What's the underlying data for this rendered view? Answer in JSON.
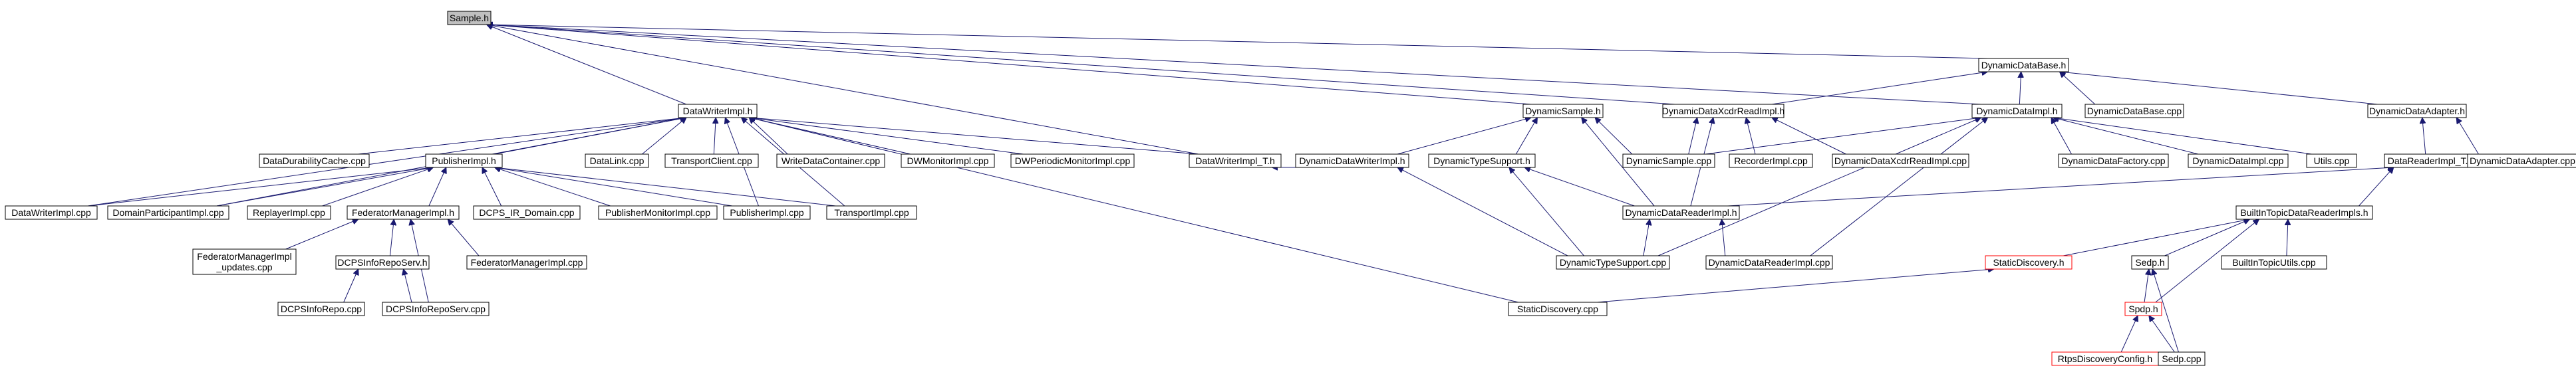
{
  "graph": {
    "nodes": [
      {
        "id": "sample_h",
        "lines": [
          "Sample.h"
        ],
        "root": true
      },
      {
        "id": "dynamicdatabase_h",
        "lines": [
          "DynamicDataBase.h"
        ]
      },
      {
        "id": "datawriterimpl_h",
        "lines": [
          "DataWriterImpl.h"
        ]
      },
      {
        "id": "dynamicsample_h",
        "lines": [
          "DynamicSample.h"
        ]
      },
      {
        "id": "dynamicdataxcdrreadimpl_h",
        "lines": [
          "DynamicDataXcdrReadImpl.h"
        ]
      },
      {
        "id": "dynamicdataimpl_h",
        "lines": [
          "DynamicDataImpl.h"
        ]
      },
      {
        "id": "dynamicdataadapter_h",
        "lines": [
          "DynamicDataAdapter.h"
        ]
      },
      {
        "id": "dynamicdatabase_cpp",
        "lines": [
          "DynamicDataBase.cpp"
        ]
      },
      {
        "id": "datadurabilitycache_cpp",
        "lines": [
          "DataDurabilityCache.cpp"
        ]
      },
      {
        "id": "publisherimpl_h",
        "lines": [
          "PublisherImpl.h"
        ]
      },
      {
        "id": "datalink_cpp",
        "lines": [
          "DataLink.cpp"
        ]
      },
      {
        "id": "transportclient_cpp",
        "lines": [
          "TransportClient.cpp"
        ]
      },
      {
        "id": "writedatacontainer_cpp",
        "lines": [
          "WriteDataContainer.cpp"
        ]
      },
      {
        "id": "dwmonitorimpl_cpp",
        "lines": [
          "DWMonitorImpl.cpp"
        ]
      },
      {
        "id": "dwperiodicmonitorimpl_cpp",
        "lines": [
          "DWPeriodicMonitorImpl.cpp"
        ]
      },
      {
        "id": "datawriterimpl_t_h",
        "lines": [
          "DataWriterImpl_T.h"
        ]
      },
      {
        "id": "dynamicdatawriterimpl_h",
        "lines": [
          "DynamicDataWriterImpl.h"
        ]
      },
      {
        "id": "dynamictypesupport_h",
        "lines": [
          "DynamicTypeSupport.h"
        ]
      },
      {
        "id": "dynamicsample_cpp",
        "lines": [
          "DynamicSample.cpp"
        ]
      },
      {
        "id": "recorderimpl_cpp",
        "lines": [
          "RecorderImpl.cpp"
        ]
      },
      {
        "id": "dynamicdataxcdrreadimpl_cpp",
        "lines": [
          "DynamicDataXcdrReadImpl.cpp"
        ]
      },
      {
        "id": "dynamicdatafactory_cpp",
        "lines": [
          "DynamicDataFactory.cpp"
        ]
      },
      {
        "id": "dynamicdataimpl_cpp",
        "lines": [
          "DynamicDataImpl.cpp"
        ]
      },
      {
        "id": "utils_cpp",
        "lines": [
          "Utils.cpp"
        ]
      },
      {
        "id": "datareaderimpl_t_h",
        "lines": [
          "DataReaderImpl_T.h"
        ]
      },
      {
        "id": "dynamicdataadapter_cpp",
        "lines": [
          "DynamicDataAdapter.cpp"
        ]
      },
      {
        "id": "datawriterimpl_cpp",
        "lines": [
          "DataWriterImpl.cpp"
        ]
      },
      {
        "id": "domainparticipantimpl_cpp",
        "lines": [
          "DomainParticipantImpl.cpp"
        ]
      },
      {
        "id": "replayerimpl_cpp",
        "lines": [
          "ReplayerImpl.cpp"
        ]
      },
      {
        "id": "federatormanagerimpl_h",
        "lines": [
          "FederatorManagerImpl.h"
        ]
      },
      {
        "id": "dcps_ir_domain_cpp",
        "lines": [
          "DCPS_IR_Domain.cpp"
        ]
      },
      {
        "id": "publishermonitorimpl_cpp",
        "lines": [
          "PublisherMonitorImpl.cpp"
        ]
      },
      {
        "id": "publisherimpl_cpp",
        "lines": [
          "PublisherImpl.cpp"
        ]
      },
      {
        "id": "transportimpl_cpp",
        "lines": [
          "TransportImpl.cpp"
        ]
      },
      {
        "id": "dynamicdatareaderimpl_h",
        "lines": [
          "DynamicDataReaderImpl.h"
        ]
      },
      {
        "id": "builtintopicdatareaderimpls_h",
        "lines": [
          "BuiltInTopicDataReaderImpls.h"
        ]
      },
      {
        "id": "federatormanagerimpl_updates_cpp",
        "lines": [
          "FederatorManagerImpl",
          "_updates.cpp"
        ]
      },
      {
        "id": "dcpsinforeposerv_h",
        "lines": [
          "DCPSInfoRepoServ.h"
        ]
      },
      {
        "id": "federatormanagerimpl_cpp",
        "lines": [
          "FederatorManagerImpl.cpp"
        ]
      },
      {
        "id": "dynamictypesupport_cpp",
        "lines": [
          "DynamicTypeSupport.cpp"
        ]
      },
      {
        "id": "dynamicdatareaderimpl_cpp",
        "lines": [
          "DynamicDataReaderImpl.cpp"
        ]
      },
      {
        "id": "staticdiscovery_h",
        "lines": [
          "StaticDiscovery.h"
        ],
        "red": true
      },
      {
        "id": "sedp_h",
        "lines": [
          "Sedp.h"
        ]
      },
      {
        "id": "builtintopicutils_cpp",
        "lines": [
          "BuiltInTopicUtils.cpp"
        ]
      },
      {
        "id": "spdp_h",
        "lines": [
          "Spdp.h"
        ],
        "red": true
      },
      {
        "id": "dcpsinforepo_cpp",
        "lines": [
          "DCPSInfoRepo.cpp"
        ]
      },
      {
        "id": "dcpsinforeposerv_cpp",
        "lines": [
          "DCPSInfoRepoServ.cpp"
        ]
      },
      {
        "id": "staticdiscovery_cpp",
        "lines": [
          "StaticDiscovery.cpp"
        ]
      },
      {
        "id": "rtpsdiscoveryconfig_h",
        "lines": [
          "RtpsDiscoveryConfig.h"
        ],
        "red": true
      },
      {
        "id": "sedp_cpp",
        "lines": [
          "Sedp.cpp"
        ]
      }
    ],
    "edges": [
      [
        "dynamicdatabase_h",
        "sample_h"
      ],
      [
        "datawriterimpl_h",
        "sample_h"
      ],
      [
        "dynamicsample_h",
        "sample_h"
      ],
      [
        "dynamicdataxcdrreadimpl_h",
        "sample_h"
      ],
      [
        "dynamicdataimpl_h",
        "sample_h"
      ],
      [
        "datawriterimpl_t_h",
        "sample_h"
      ],
      [
        "dynamicdataxcdrreadimpl_h",
        "dynamicdatabase_h"
      ],
      [
        "dynamicdataimpl_h",
        "dynamicdatabase_h"
      ],
      [
        "dynamicdataadapter_h",
        "dynamicdatabase_h"
      ],
      [
        "dynamicdatabase_cpp",
        "dynamicdatabase_h"
      ],
      [
        "datadurabilitycache_cpp",
        "datawriterimpl_h"
      ],
      [
        "publisherimpl_h",
        "datawriterimpl_h"
      ],
      [
        "datalink_cpp",
        "datawriterimpl_h"
      ],
      [
        "transportclient_cpp",
        "datawriterimpl_h"
      ],
      [
        "writedatacontainer_cpp",
        "datawriterimpl_h"
      ],
      [
        "dwmonitorimpl_cpp",
        "datawriterimpl_h"
      ],
      [
        "dwperiodicmonitorimpl_cpp",
        "datawriterimpl_h"
      ],
      [
        "datawriterimpl_t_h",
        "datawriterimpl_h"
      ],
      [
        "datawriterimpl_cpp",
        "datawriterimpl_h"
      ],
      [
        "domainparticipantimpl_cpp",
        "datawriterimpl_h"
      ],
      [
        "publisherimpl_cpp",
        "datawriterimpl_h"
      ],
      [
        "transportimpl_cpp",
        "datawriterimpl_h"
      ],
      [
        "staticdiscovery_cpp",
        "datawriterimpl_h"
      ],
      [
        "dynamicdatawriterimpl_h",
        "dynamicsample_h"
      ],
      [
        "dynamictypesupport_h",
        "dynamicsample_h"
      ],
      [
        "dynamicsample_cpp",
        "dynamicsample_h"
      ],
      [
        "dynamicdatareaderimpl_h",
        "dynamicsample_h"
      ],
      [
        "dynamicsample_cpp",
        "dynamicdataxcdrreadimpl_h"
      ],
      [
        "recorderimpl_cpp",
        "dynamicdataxcdrreadimpl_h"
      ],
      [
        "dynamicdataxcdrreadimpl_cpp",
        "dynamicdataxcdrreadimpl_h"
      ],
      [
        "dynamicdatareaderimpl_h",
        "dynamicdataxcdrreadimpl_h"
      ],
      [
        "dynamicsample_cpp",
        "dynamicdataimpl_h"
      ],
      [
        "dynamicdatafactory_cpp",
        "dynamicdataimpl_h"
      ],
      [
        "dynamicdataimpl_cpp",
        "dynamicdataimpl_h"
      ],
      [
        "utils_cpp",
        "dynamicdataimpl_h"
      ],
      [
        "dynamictypesupport_cpp",
        "dynamicdataimpl_h"
      ],
      [
        "dynamicdatareaderimpl_cpp",
        "dynamicdataimpl_h"
      ],
      [
        "datareaderimpl_t_h",
        "dynamicdataadapter_h"
      ],
      [
        "dynamicdataadapter_cpp",
        "dynamicdataadapter_h"
      ],
      [
        "datawriterimpl_cpp",
        "publisherimpl_h"
      ],
      [
        "domainparticipantimpl_cpp",
        "publisherimpl_h"
      ],
      [
        "replayerimpl_cpp",
        "publisherimpl_h"
      ],
      [
        "federatormanagerimpl_h",
        "publisherimpl_h"
      ],
      [
        "dcps_ir_domain_cpp",
        "publisherimpl_h"
      ],
      [
        "publishermonitorimpl_cpp",
        "publisherimpl_h"
      ],
      [
        "publisherimpl_cpp",
        "publisherimpl_h"
      ],
      [
        "transportimpl_cpp",
        "publisherimpl_h"
      ],
      [
        "dynamicdatawriterimpl_h",
        "datawriterimpl_t_h"
      ],
      [
        "dynamictypesupport_cpp",
        "dynamicdatawriterimpl_h"
      ],
      [
        "dynamicdatareaderimpl_h",
        "dynamictypesupport_h"
      ],
      [
        "dynamictypesupport_cpp",
        "dynamictypesupport_h"
      ],
      [
        "dynamicdatareaderimpl_h",
        "datareaderimpl_t_h"
      ],
      [
        "builtintopicdatareaderimpls_h",
        "datareaderimpl_t_h"
      ],
      [
        "federatormanagerimpl_updates_cpp",
        "federatormanagerimpl_h"
      ],
      [
        "dcpsinforeposerv_h",
        "federatormanagerimpl_h"
      ],
      [
        "federatormanagerimpl_cpp",
        "federatormanagerimpl_h"
      ],
      [
        "dcpsinforeposerv_cpp",
        "federatormanagerimpl_h"
      ],
      [
        "dynamictypesupport_cpp",
        "dynamicdatareaderimpl_h"
      ],
      [
        "dynamicdatareaderimpl_cpp",
        "dynamicdatareaderimpl_h"
      ],
      [
        "staticdiscovery_h",
        "builtintopicdatareaderimpls_h"
      ],
      [
        "sedp_h",
        "builtintopicdatareaderimpls_h"
      ],
      [
        "builtintopicutils_cpp",
        "builtintopicdatareaderimpls_h"
      ],
      [
        "spdp_h",
        "builtintopicdatareaderimpls_h"
      ],
      [
        "dcpsinforepo_cpp",
        "dcpsinforeposerv_h"
      ],
      [
        "dcpsinforeposerv_cpp",
        "dcpsinforeposerv_h"
      ],
      [
        "staticdiscovery_cpp",
        "staticdiscovery_h"
      ],
      [
        "spdp_h",
        "sedp_h"
      ],
      [
        "sedp_cpp",
        "sedp_h"
      ],
      [
        "rtpsdiscoveryconfig_h",
        "spdp_h"
      ],
      [
        "sedp_cpp",
        "spdp_h"
      ]
    ]
  }
}
